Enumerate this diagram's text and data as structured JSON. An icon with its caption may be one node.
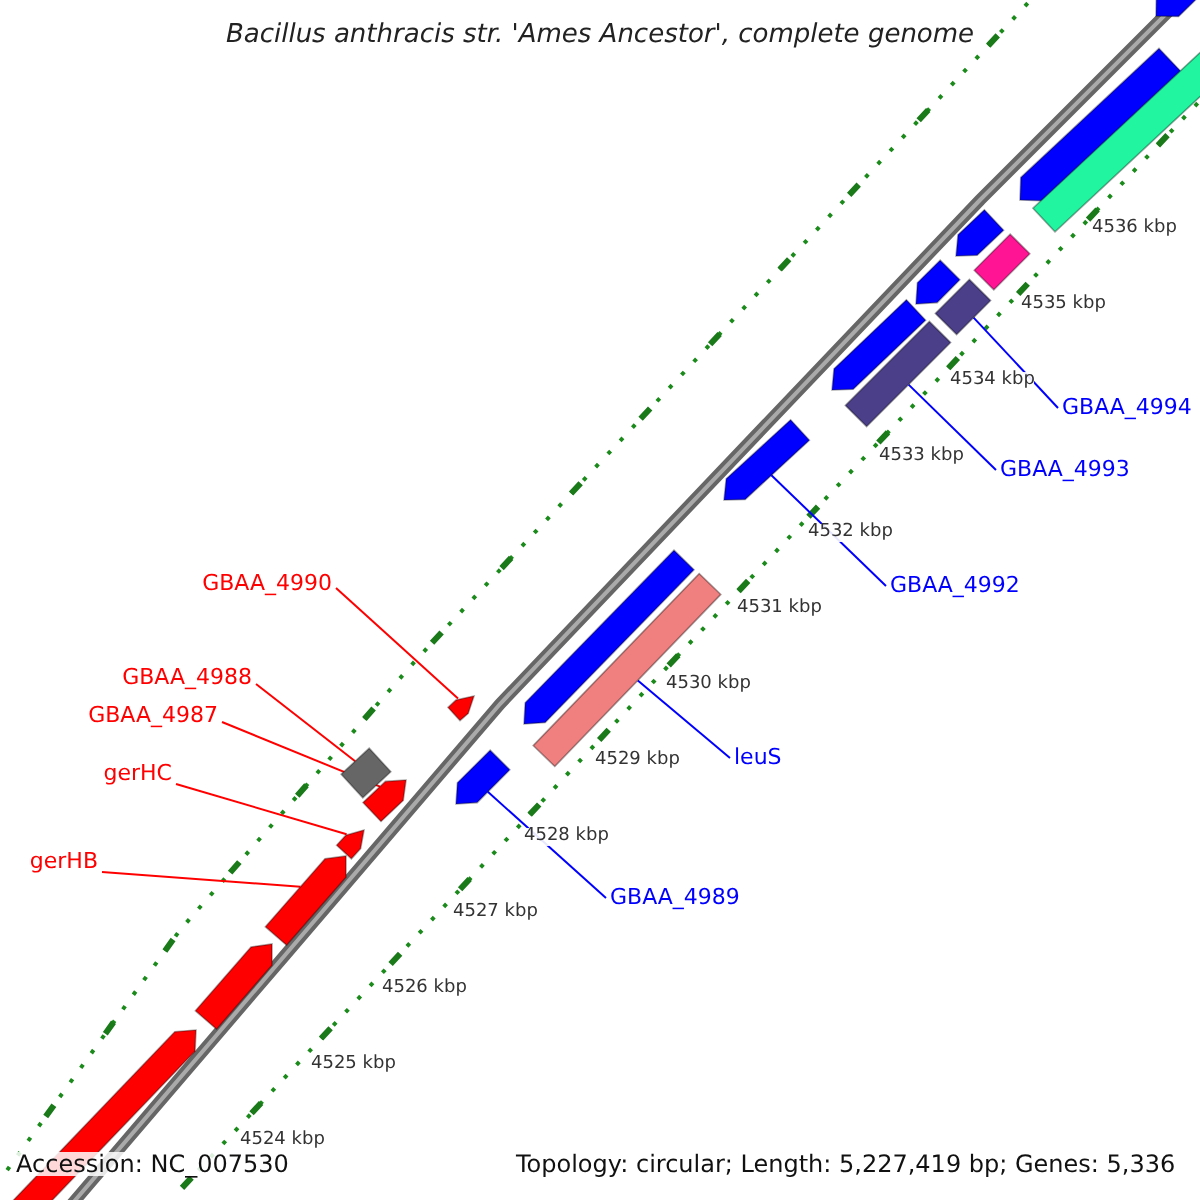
{
  "diagram": {
    "title": "Bacillus anthracis str. 'Ames Ancestor', complete genome",
    "nodes": [
      {
        "text": [
          "GBAA_4994"
        ]
      },
      {
        "text": [
          "GBAA_4993"
        ]
      },
      {
        "text": [
          "GBAA_4990"
        ]
      },
      {
        "text": [
          "GBAA_4992"
        ]
      },
      {
        "text": [
          "GBAA_4988"
        ]
      },
      {
        "text": [
          "GBAA_4987"
        ]
      },
      {
        "text": [
          "leuS"
        ]
      },
      {
        "text": [
          "gerHC"
        ]
      },
      {
        "text": [
          "gerHB"
        ]
      },
      {
        "text": [
          "GBAA_4989"
        ]
      },
      {
        "text": [],
        "shape": "bar"
      },
      {
        "text": [],
        "shape": "bar"
      },
      {
        "text": [],
        "shape": "bar"
      },
      {
        "text": [],
        "shape": "bar"
      },
      {
        "text": [],
        "shape": "bar"
      },
      {
        "text": [],
        "shape": "bar"
      },
      {
        "text": [],
        "shape": "bar"
      },
      {
        "text": [],
        "shape": "bar"
      },
      {
        "text": [],
        "shape": "bar"
      },
      {
        "text": [],
        "shape": "bar"
      },
      {
        "text": [],
        "shape": "bar"
      },
      {
        "text": [],
        "shape": "bar"
      },
      {
        "text": [],
        "shape": "bar"
      },
      {
        "text": [],
        "shape": "bar"
      },
      {
        "text": [],
        "shape": "bar"
      },
      {
        "text": [],
        "shape": "bar"
      },
      {
        "text": [],
        "shape": "bar"
      },
      {
        "text": [],
        "shape": "bar"
      },
      {
        "text": [],
        "shape": "bar"
      },
      {
        "text": [],
        "shape": "bar"
      }
    ],
    "edges": [
      {
        "from": 0,
        "to": 10,
        "arrow": "none"
      },
      {
        "from": 1,
        "to": 11,
        "arrow": "none"
      },
      {
        "from": 2,
        "to": 14,
        "arrow": "none",
        "color": "#ff0000"
      },
      {
        "from": 3,
        "to": 12,
        "arrow": "none"
      },
      {
        "from": 4,
        "to": 15,
        "arrow": "none",
        "color": "#ff0000"
      },
      {
        "from": 5,
        "to": 17,
        "arrow": "none",
        "color": "#ff0000"
      },
      {
        "from": 6,
        "to": 13,
        "arrow": "none"
      },
      {
        "from": 7,
        "to": 18,
        "arrow": "none",
        "color": "#ff0000"
      },
      {
        "from": 8,
        "to": 19,
        "arrow": "none",
        "color": "#ff0000"
      },
      {
        "from": 9,
        "to": 16,
        "arrow": "none"
      }
    ],
    "labels": [
      "4536 kbp",
      "4535 kbp",
      "4534 kbp",
      "4533 kbp",
      "4532 kbp",
      "4531 kbp",
      "4530 kbp",
      "4529 kbp",
      "4528 kbp",
      "4527 kbp",
      "4526 kbp",
      "4525 kbp",
      "4524 kbp",
      "Accession: NC_007530",
      "Topology: circular; Length: 5,227,419 bp; Genes: 5,336"
    ]
  }
}
